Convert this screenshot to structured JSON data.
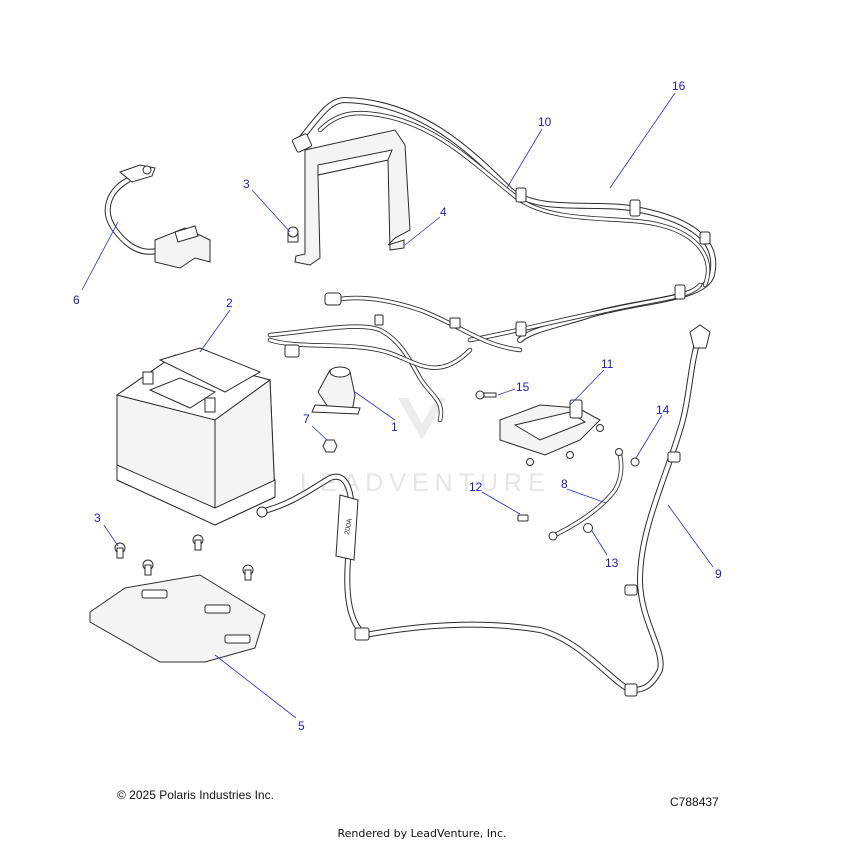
{
  "diagram": {
    "callouts": [
      {
        "label": "1"
      },
      {
        "label": "2"
      },
      {
        "label": "3"
      },
      {
        "label": "3"
      },
      {
        "label": "4"
      },
      {
        "label": "5"
      },
      {
        "label": "6"
      },
      {
        "label": "7"
      },
      {
        "label": "8"
      },
      {
        "label": "9"
      },
      {
        "label": "10"
      },
      {
        "label": "11"
      },
      {
        "label": "12"
      },
      {
        "label": "13"
      },
      {
        "label": "14"
      },
      {
        "label": "15"
      },
      {
        "label": "16"
      }
    ],
    "fuse_marking": "200A",
    "watermark": "LEADVENTURE"
  },
  "footer": {
    "copyright": "© 2025 Polaris Industries Inc.",
    "diagram_id": "C788437",
    "rendered_by": "Rendered by LeadVenture, Inc."
  },
  "colors": {
    "callout": "#1a1ad0",
    "line": "#2b2b2b",
    "part_fill": "#f4f4f4",
    "watermark": "#e6e6e6"
  }
}
